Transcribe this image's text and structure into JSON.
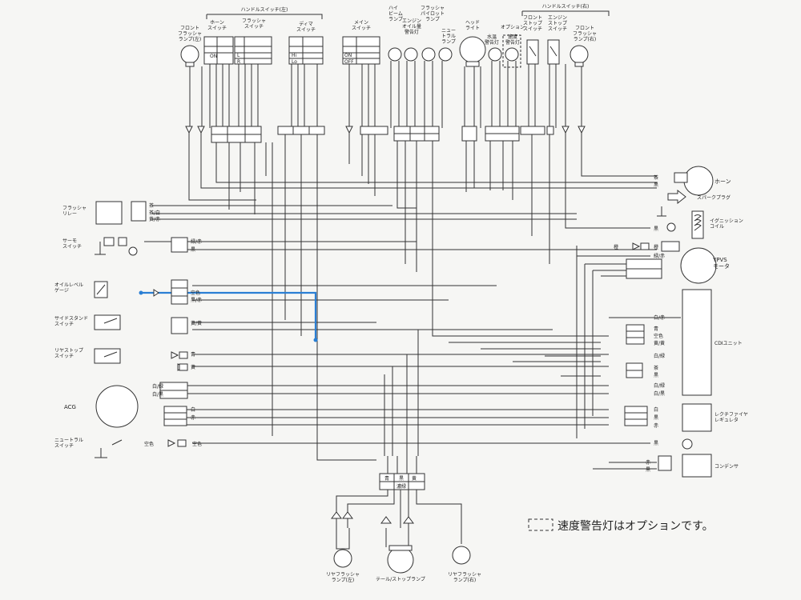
{
  "header": {
    "handle_left": "ハンドルスイッチ(左)",
    "handle_right": "ハンドルスイッチ(右)"
  },
  "top_components": {
    "front_flasher_left": "フロント\nフラッシャ\nランプ(左)",
    "horn_switch": "ホーン\nスイッチ",
    "flasher_switch": "フラッシャ\nスイッチ",
    "dimmer_switch": "ディマ\nスイッチ",
    "main_switch": "メイン\nスイッチ",
    "high_beam_lamp": "ハイ\nビーム\nランプ",
    "oil_lamp": "エンジン\nオイル量\n警告灯",
    "flasher_pilot": "フラッシャ\nパイロット\nランプ",
    "neutral_lamp": "ニュー\nトラル\nランプ",
    "headlight": "ヘッド\nライト",
    "water_temp": "水温\n警告灯",
    "option": "オプション",
    "speed_warning": "速度\n警告灯",
    "front_stop_switch": "フロント\nストップ\nスイッチ",
    "engine_stop_switch": "エンジン\nストップ\nスイッチ",
    "front_flasher_right": "フロント\nフラッシャ\nランプ(右)"
  },
  "switch_states": {
    "on": "ON",
    "off": "OFF",
    "l": "L",
    "r": "R",
    "hi": "Hi",
    "lo": "Lo"
  },
  "left_components": {
    "flasher_relay": "フラッシャ\nリレー",
    "thermo_switch": "サーモ\nスイッチ",
    "oil_level_gauge": "オイルレベル\nゲージ",
    "side_stand_switch": "サイドスタンド\nスイッチ",
    "rear_stop_switch": "リヤストップ\nスイッチ",
    "acg": "ACG",
    "neutral_switch": "ニュートラル\nスイッチ"
  },
  "right_components": {
    "horn": "ホーン",
    "spark_plug": "スパークプラグ",
    "ignition_coil": "イグニッション\nコイル",
    "ypvs_motor": "YPVS\nモータ",
    "cdi_unit": "CDIユニット",
    "rectifier": "レクチファイヤ\nレギュレタ",
    "condenser": "コンデンサ"
  },
  "bottom_components": {
    "rear_flasher_left": "リヤフラッシャ\nランプ(左)",
    "tail_stop_lamp": "テール/ストップランプ",
    "rear_flasher_right": "リヤフラッシャ\nランプ(右)"
  },
  "legend": {
    "note": "速度警告灯はオプションです。"
  },
  "wire_colors": {
    "cha": "茶",
    "cha_shiro": "茶/白",
    "ki_aka": "黄/赤",
    "shiro": "白",
    "midori_aka": "緑/赤",
    "kuro": "黒",
    "kiiro": "黄",
    "sorairo": "空色",
    "kuro_aka": "黒/赤",
    "ki_ki": "黄/黄",
    "ao": "青",
    "aka": "赤",
    "shiro_midori": "白/緑",
    "shiro_kuro": "白/黒",
    "shiro_aka": "白/赤",
    "daidai": "橙",
    "koi_midori": "濃緑",
    "ao_kuro": "青/黒",
    "kiiro_kuro": "黄/黒",
    "kuro_shiro": "黒/白",
    "midori": "緑",
    "ki_midori": "黄緑"
  },
  "colors": {
    "highlight": "#2a7fd4",
    "line": "#333333"
  }
}
